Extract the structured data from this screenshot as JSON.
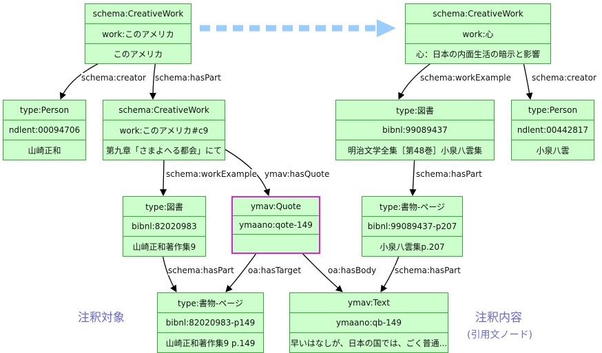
{
  "nodes": {
    "cw_left": {
      "rows": [
        "schema:CreativeWork",
        "work:このアメリカ",
        "このアメリカ"
      ]
    },
    "cw_right": {
      "rows": [
        "schema:CreativeWork",
        "work:心",
        "心：日本の内面生活の暗示と影響"
      ]
    },
    "person_l": {
      "rows": [
        "type:Person",
        "ndlent:00094706",
        "山崎正和"
      ]
    },
    "cw_part": {
      "rows": [
        "schema:CreativeWork",
        "work:このアメリカ#c9",
        "第九章「さまよへる都会」にて"
      ]
    },
    "book_r": {
      "rows": [
        "type:図書",
        "bibnl:99089437",
        "明治文学全集［第48巻］小泉八雲集"
      ]
    },
    "person_r": {
      "rows": [
        "type:Person",
        "ndlent:00442817",
        "小泉八雲"
      ]
    },
    "book_l": {
      "rows": [
        "type:図書",
        "bibnl:82020983",
        "山崎正和著作集9"
      ]
    },
    "quote": {
      "rows": [
        "ymav:Quote",
        "ymaano:qote-149",
        ""
      ]
    },
    "page_r": {
      "rows": [
        "type:書物-ページ",
        "bibnl:99089437-p207",
        "小泉八雲集p.207"
      ]
    },
    "page_l": {
      "rows": [
        "type:書物-ページ",
        "bibnl:82020983-p149",
        "山崎正和著作集9 p.149"
      ]
    },
    "text": {
      "rows": [
        "ymav:Text",
        "ymaano:qb-149",
        "早いはなしが、日本の国では、ごく普通..."
      ]
    }
  },
  "edges": {
    "creator_l": "schema:creator",
    "haspart_l": "schema:hasPart",
    "workexample_r": "schema:workExample",
    "creator_r": "schema:creator",
    "workexample_l": "schema:workExample",
    "hasquote": "ymav:hasQuote",
    "haspart_r": "schema:hasPart",
    "haspart_bl": "schema:hasPart",
    "hastarget": "oa:hasTarget",
    "hasbody": "oa:hasBody",
    "haspart_br": "schema:hasPart"
  },
  "notes": {
    "target": "注釈対象",
    "content": "注釈内容",
    "content_sub": "(引用文ノード)"
  },
  "colors": {
    "node_fill": "#ccffcc",
    "node_border": "#33aa33",
    "quote_border": "#dd22dd",
    "dashed_arrow": "#99ccff",
    "note_text": "#6666ee"
  }
}
